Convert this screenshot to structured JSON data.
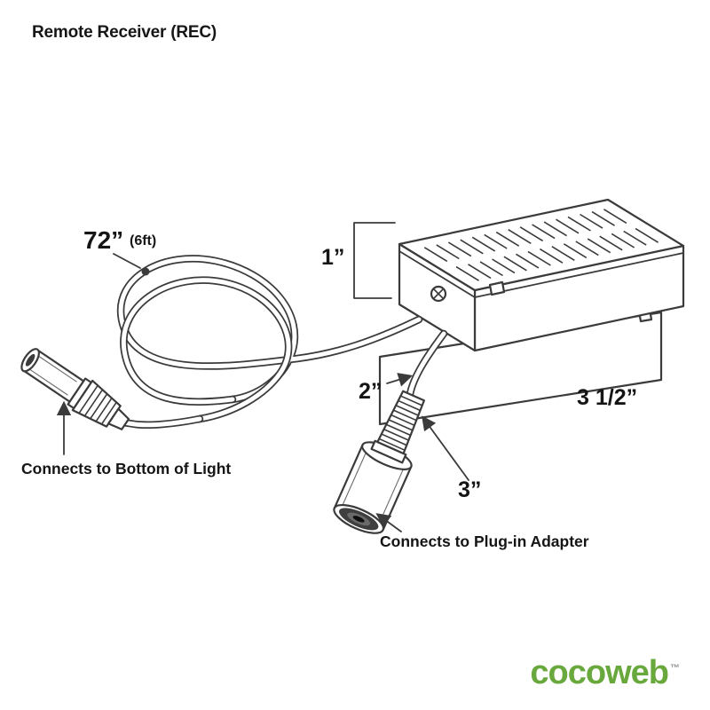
{
  "title": "Remote Receiver (REC)",
  "diagram": {
    "dimensions": {
      "cable_length": "72”",
      "cable_length_note": "(6ft)",
      "box_height": "1”",
      "lead_length": "2”",
      "adapter_lead_length": "3”",
      "box_depth": "3 1/2”"
    },
    "labels": {
      "plug_connector": "Connects to Bottom of Light",
      "adapter_connector": "Connects to Plug-in Adapter"
    }
  },
  "branding": {
    "logo": "cocoweb",
    "trademark": "™",
    "logo_color": "#69a83d"
  }
}
